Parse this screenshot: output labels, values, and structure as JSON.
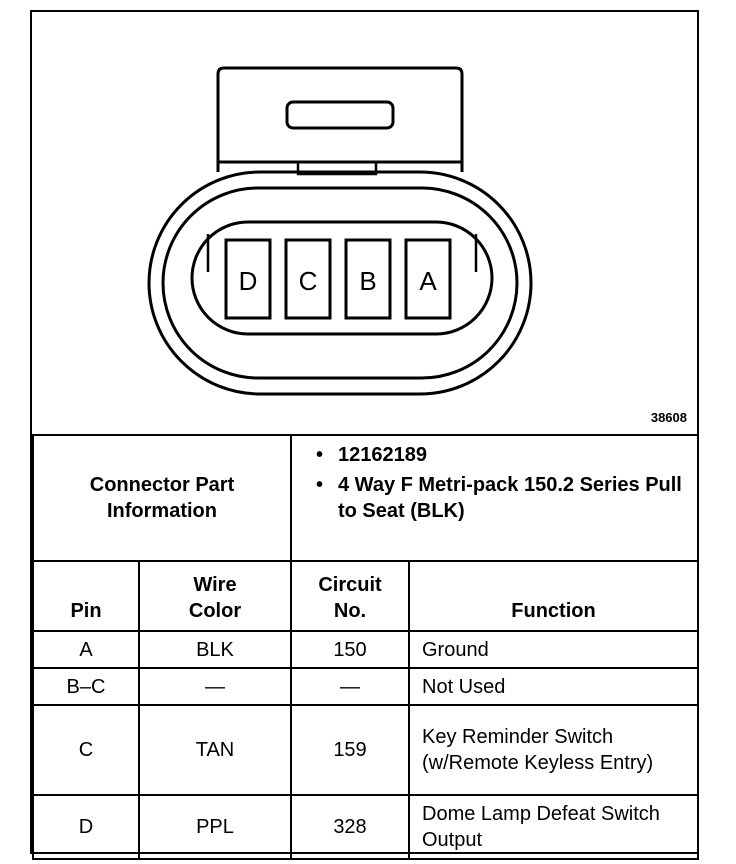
{
  "figure_number": "38608",
  "connector": {
    "pins": [
      "D",
      "C",
      "B",
      "A"
    ]
  },
  "part_info": {
    "label_line1": "Connector Part",
    "label_line2": "Information",
    "items": [
      "12162189",
      "4 Way F Metri-pack 150.2 Series Pull to Seat (BLK)"
    ]
  },
  "table": {
    "headers": {
      "pin": "Pin",
      "wire_color_line1": "Wire",
      "wire_color_line2": "Color",
      "circuit_line1": "Circuit",
      "circuit_line2": "No.",
      "function": "Function"
    },
    "rows": [
      {
        "pin": "A",
        "wire": "BLK",
        "circuit": "150",
        "function": "Ground"
      },
      {
        "pin": "B–C",
        "wire": "—",
        "circuit": "—",
        "function": "Not Used"
      },
      {
        "pin": "C",
        "wire": "TAN",
        "circuit": "159",
        "function": "Key Reminder Switch (w/Remote Keyless Entry)"
      },
      {
        "pin": "D",
        "wire": "PPL",
        "circuit": "328",
        "function": "Dome Lamp Defeat Switch Output"
      }
    ]
  }
}
